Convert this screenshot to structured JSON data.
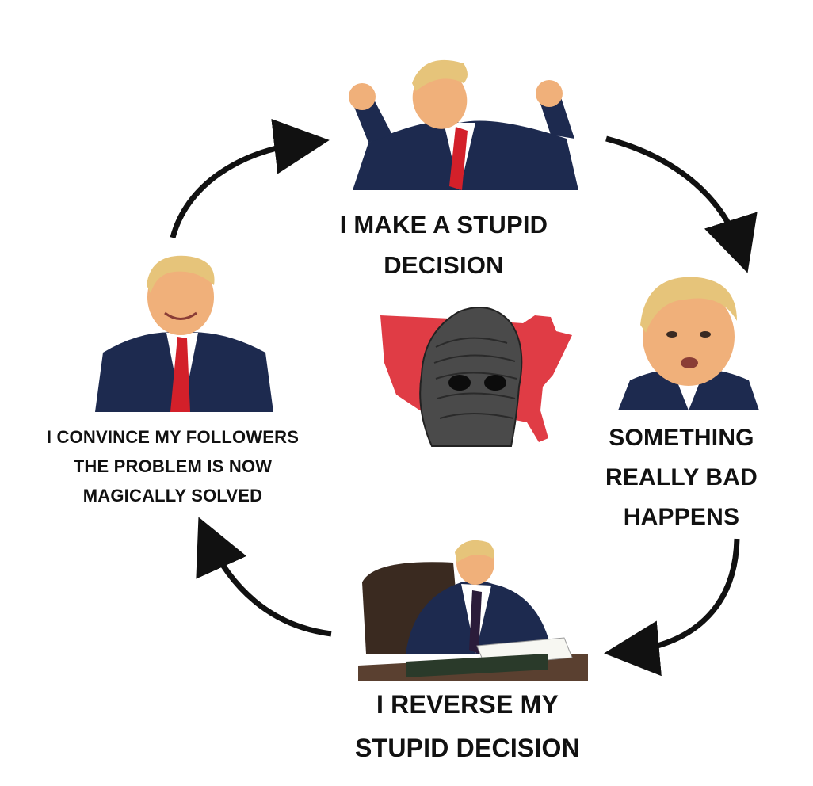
{
  "steps": [
    {
      "id": "make-decision",
      "lines": [
        "I MAKE A STUPID",
        "DECISION"
      ]
    },
    {
      "id": "bad-happens",
      "lines": [
        "SOMETHING",
        "REALLY BAD",
        "HAPPENS"
      ]
    },
    {
      "id": "reverse-decision",
      "lines": [
        "I REVERSE MY",
        "STUPID DECISION"
      ]
    },
    {
      "id": "convince-followers",
      "lines": [
        "I CONVINCE MY FOLLOWERS",
        "THE PROBLEM IS NOW",
        "MAGICALLY SOLVED"
      ]
    }
  ],
  "colors": {
    "arrow": "#111111",
    "map": "#e03c45",
    "suit": "#1d2a4f",
    "tie": "#d3202a",
    "skin": "#f0b07a",
    "hair": "#e6c47a"
  },
  "images": {
    "top": "man-dancing-fists-raised",
    "right": "man-face-closeup",
    "bottom": "man-signing-at-desk",
    "left": "man-smiling-in-suit",
    "center": "grey-face-over-us-map"
  }
}
